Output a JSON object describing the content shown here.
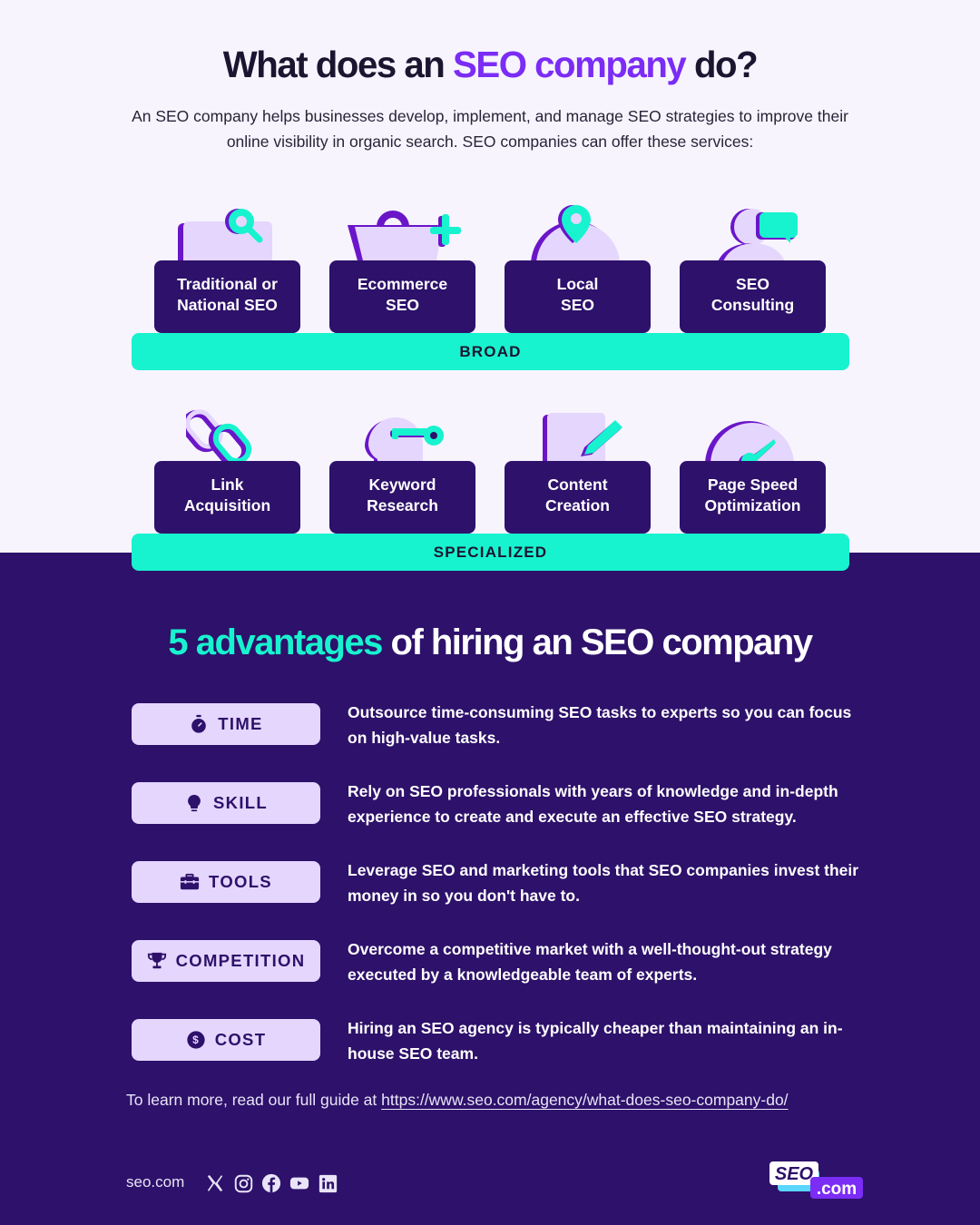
{
  "header": {
    "title_pre": "What does an ",
    "title_accent": "SEO company",
    "title_post": " do?",
    "intro": "An SEO company helps businesses develop, implement, and manage SEO strategies to improve their online visibility in organic search. SEO companies can offer these services:"
  },
  "services": {
    "broad": {
      "label": "BROAD",
      "items": [
        {
          "line1": "Traditional or",
          "line2": "National SEO",
          "icon": "search-document-icon"
        },
        {
          "line1": "Ecommerce",
          "line2": "SEO",
          "icon": "shopping-bag-plus-icon"
        },
        {
          "line1": "Local",
          "line2": "SEO",
          "icon": "location-pin-icon"
        },
        {
          "line1": "SEO",
          "line2": "Consulting",
          "icon": "person-chat-icon"
        }
      ]
    },
    "specialized": {
      "label": "SPECIALIZED",
      "items": [
        {
          "line1": "Link",
          "line2": "Acquisition",
          "icon": "chain-link-icon"
        },
        {
          "line1": "Keyword",
          "line2": "Research",
          "icon": "head-key-icon"
        },
        {
          "line1": "Content",
          "line2": "Creation",
          "icon": "document-pen-icon"
        },
        {
          "line1": "Page Speed",
          "line2": "Optimization",
          "icon": "speedometer-icon"
        }
      ]
    }
  },
  "advantages": {
    "title_accent": "5 advantages",
    "title_rest": " of hiring an SEO company",
    "items": [
      {
        "label": "TIME",
        "icon": "stopwatch-icon",
        "text": "Outsource time-consuming SEO tasks to experts so you can focus on high-value tasks."
      },
      {
        "label": "SKILL",
        "icon": "lightbulb-icon",
        "text": "Rely on SEO professionals with years of knowledge and in-depth experience to create and execute an effective SEO strategy."
      },
      {
        "label": "TOOLS",
        "icon": "toolbox-icon",
        "text": "Leverage SEO and marketing tools that SEO companies invest their money in so you don't have to."
      },
      {
        "label": "COMPETITION",
        "icon": "trophy-icon",
        "text": "Overcome a competitive market with a well-thought-out strategy executed by a knowledgeable team of experts."
      },
      {
        "label": "COST",
        "icon": "dollar-coin-icon",
        "text": "Hiring an SEO agency is typically cheaper than maintaining an in-house SEO team."
      }
    ]
  },
  "learn_more": {
    "prefix": "To learn more, read our full guide at ",
    "link": "https://www.seo.com/agency/what-does-seo-company-do/"
  },
  "footer": {
    "site": "seo.com",
    "social": [
      "x-icon",
      "instagram-icon",
      "facebook-icon",
      "youtube-icon",
      "linkedin-icon"
    ],
    "logo_top": "SEO",
    "logo_bottom": ".com"
  },
  "colors": {
    "accent_purple": "#7b2cf5",
    "accent_teal": "#18f3cf",
    "dark_navy": "#2d116a",
    "light_bg": "#f7f4fe",
    "pill_bg": "#e5d6fd"
  }
}
